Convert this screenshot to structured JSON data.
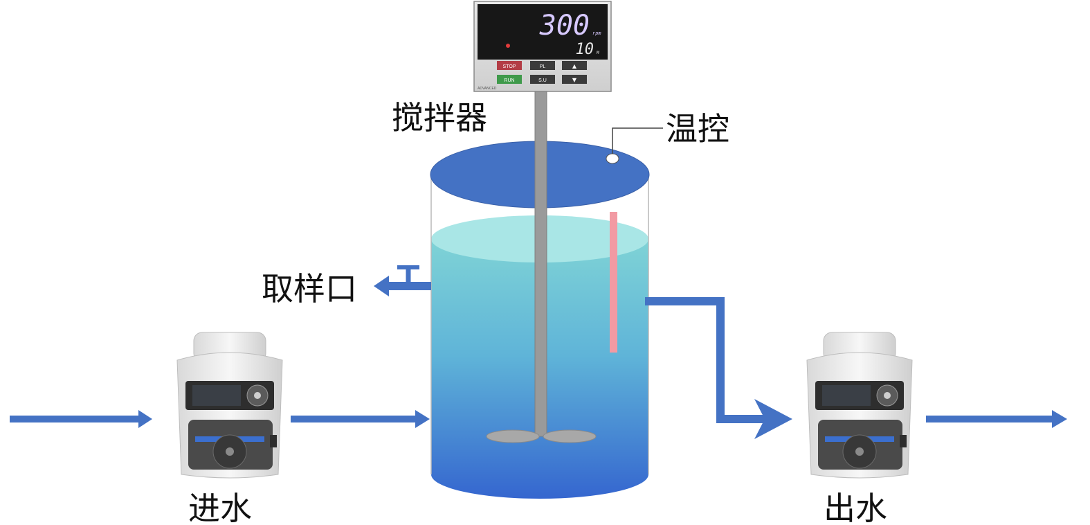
{
  "labels": {
    "stirrer": "搅拌器",
    "temp_control": "温控",
    "sampling_port": "取样口",
    "inlet": "进水",
    "outlet": "出水"
  },
  "controller": {
    "display_main": "300",
    "display_main_unit": "rpm",
    "display_sub": "10",
    "display_sub_unit": "M",
    "buttons": [
      "STOP",
      "PL",
      "▲",
      "RUN",
      "S.U",
      "▼"
    ],
    "brand": "ADVANCED"
  },
  "colors": {
    "flow_arrow": "#4472c4",
    "tank_lid": "#4472c4",
    "water_top": "#a9e6e6",
    "water_bottom": "#3a6fd0",
    "heater": "#f29aa3",
    "shaft": "#9a9a9a"
  }
}
